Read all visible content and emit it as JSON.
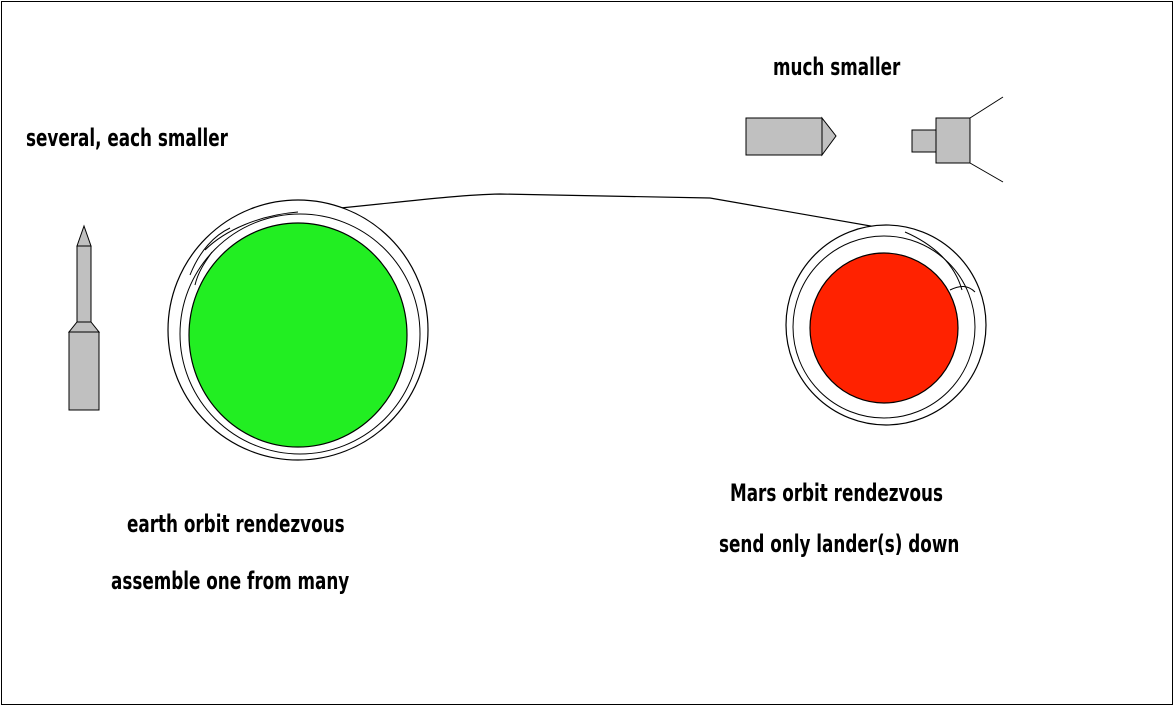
{
  "labels": {
    "several": "several,  each smaller",
    "much_smaller": "much smaller",
    "earth_line1": "earth orbit rendezvous",
    "earth_line2": "assemble one from many",
    "mars_line1": "Mars orbit rendezvous",
    "mars_line2": "send only lander(s) down"
  },
  "colors": {
    "earth": "#22ee22",
    "mars": "#ff2200",
    "rocket": "#c0c0c0",
    "outline": "#000000",
    "background": "#ffffff"
  },
  "icons": [
    "rocket-icon",
    "cargo-vehicle-icon",
    "lander-icon"
  ]
}
